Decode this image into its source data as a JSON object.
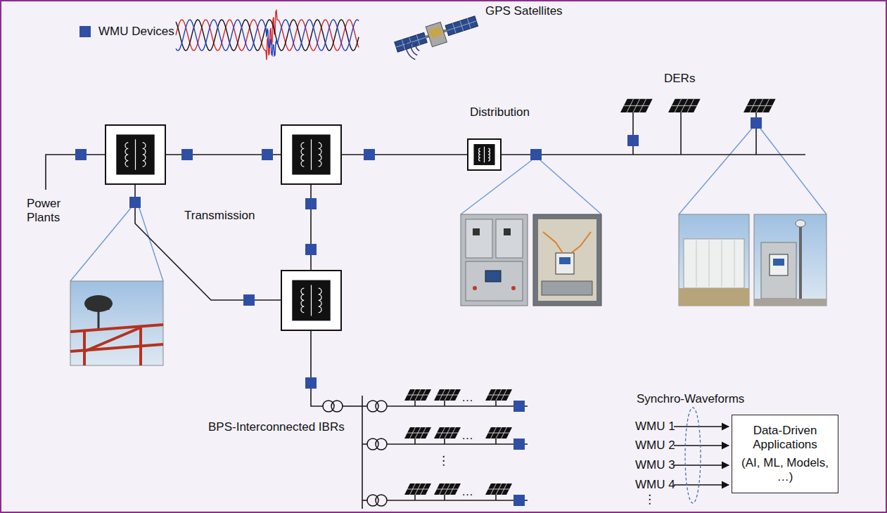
{
  "diagram": {
    "nodes": [
      {
        "text": [
          "Data-Driven Applications",
          "(AI, ML, Models, …)"
        ]
      }
    ],
    "labels": [
      "GPS Satellites",
      "Power Plants",
      "Transmission",
      "Distribution",
      "DERs",
      "BPS-Interconnected IBRs",
      "…",
      "…",
      "⋮",
      "…",
      "Synchro-Waveforms",
      "WMU 1",
      "WMU 2",
      "WMU 3",
      "WMU 4",
      "⋮"
    ],
    "legend": [
      {
        "text": "WMU Devices",
        "color": "#2f4fa6"
      }
    ]
  }
}
